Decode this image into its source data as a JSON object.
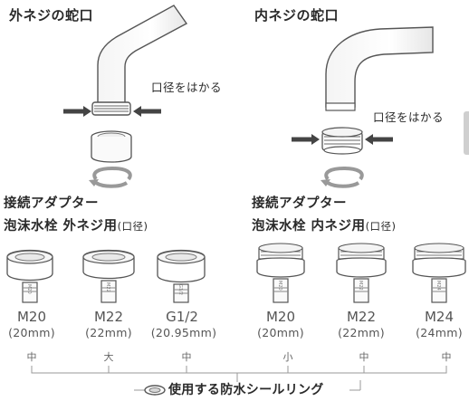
{
  "left_panel": {
    "title": "外ネジの蛇口",
    "measure_hint": "口径をはかる",
    "section_title": "接続アダプター",
    "section_subtitle": "泡沫水栓 外ネジ用",
    "section_note": "(口径)",
    "adapters": [
      {
        "size": "M20",
        "mm": "(20mm)",
        "ring": "中",
        "thread_label": "M20"
      },
      {
        "size": "M22",
        "mm": "(22mm)",
        "ring": "大",
        "thread_label": "M22"
      },
      {
        "size": "G1/2",
        "mm": "(20.95mm)",
        "ring": "中",
        "thread_label": "G1/2"
      }
    ]
  },
  "right_panel": {
    "title": "内ネジの蛇口",
    "measure_hint": "口径をはかる",
    "section_title": "接続アダプター",
    "section_subtitle": "泡沫水栓 内ネジ用",
    "section_note": "(口径)",
    "adapters": [
      {
        "size": "M20",
        "mm": "(20mm)",
        "ring": "小",
        "thread_label": "M20"
      },
      {
        "size": "M22",
        "mm": "(22mm)",
        "ring": "中",
        "thread_label": "M22"
      },
      {
        "size": "M24",
        "mm": "(24mm)",
        "ring": "中",
        "thread_label": "M24"
      }
    ]
  },
  "footer": {
    "caption": "使用する防水シールリング",
    "icon": "seal-ring-icon"
  },
  "colors": {
    "line": "#555555",
    "arrow": "#444444"
  }
}
